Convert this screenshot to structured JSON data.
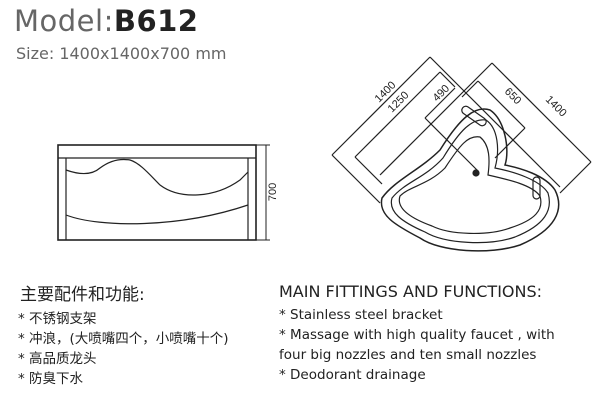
{
  "header": {
    "model_label": "Model:",
    "model_value": "B612",
    "size": "Size: 1400x1400x700 mm"
  },
  "drawing": {
    "side_height": "700",
    "top_dims": {
      "left_outer": "1400",
      "left_inner": "1250",
      "corner_depth": "490",
      "right_inner": "650",
      "right_outer": "1400"
    }
  },
  "fittings_cn": {
    "heading": "主要配件和功能:",
    "items": [
      "* 不锈钢支架",
      "* 冲浪，(大喷嘴四个，小喷嘴十个)",
      "* 高品质龙头",
      "* 防臭下水"
    ]
  },
  "fittings_en": {
    "heading": "MAIN FITTINGS AND FUNCTIONS:",
    "items": [
      "* Stainless steel bracket",
      "* Massage with high quality faucet , with",
      "four big nozzles  and  ten  small nozzles",
      "* Deodorant drainage"
    ]
  }
}
